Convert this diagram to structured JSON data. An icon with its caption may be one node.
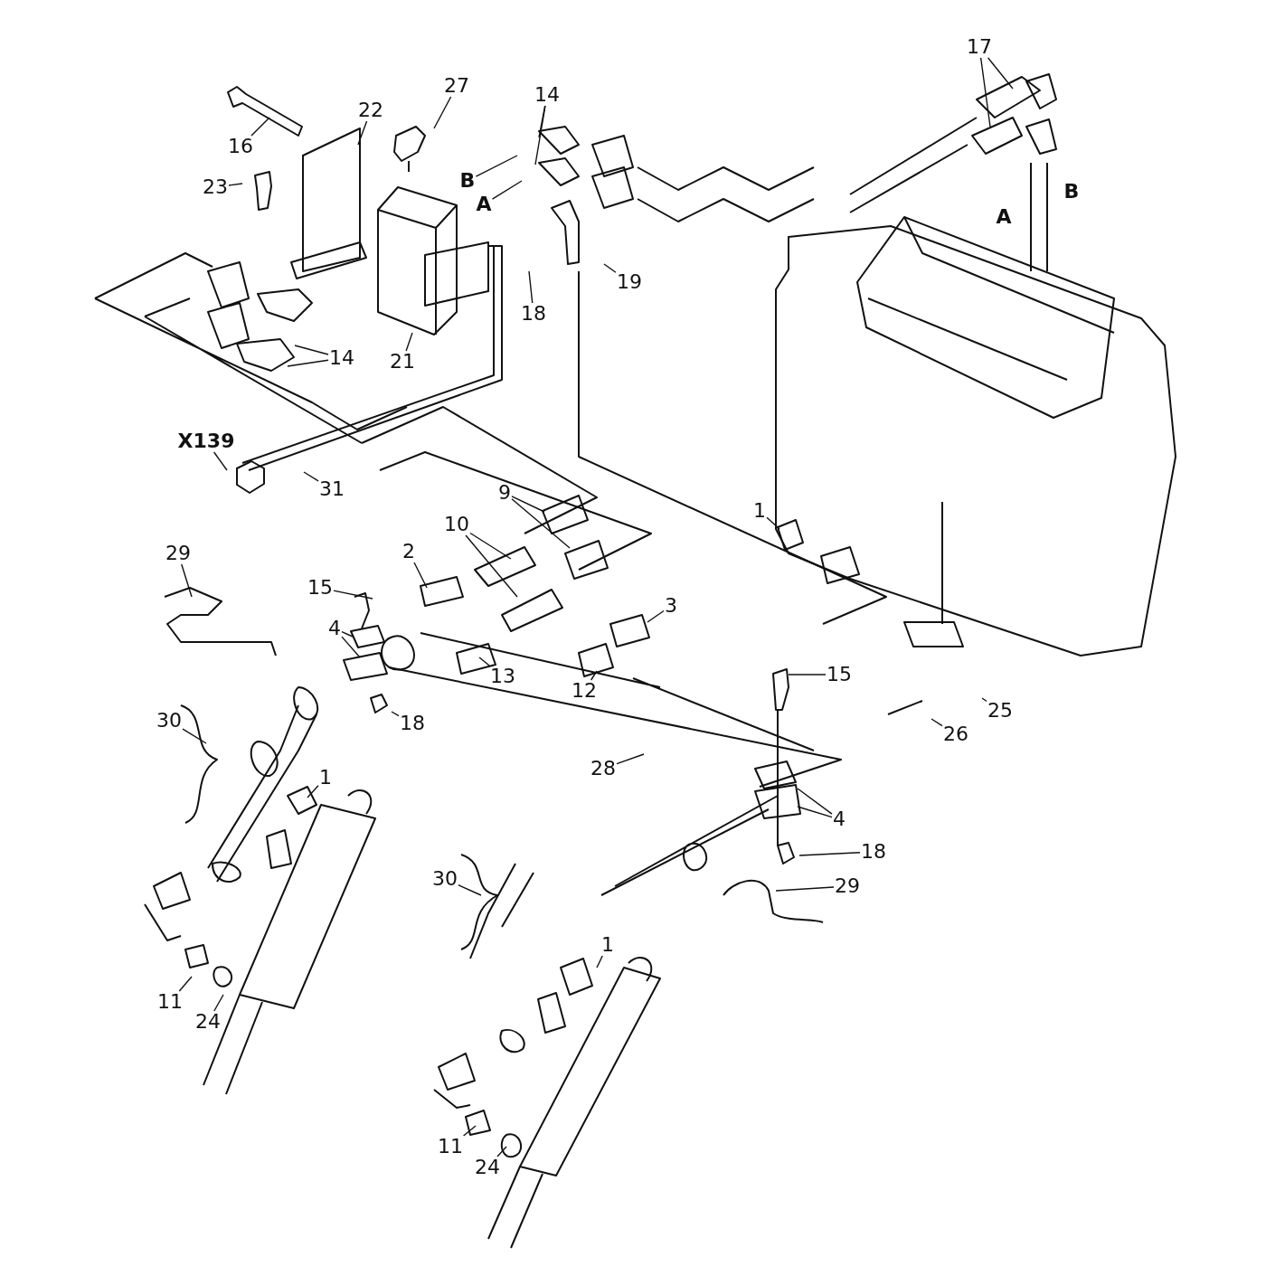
{
  "diagram": {
    "nodes": [
      {
        "text": [
          "17"
        ]
      },
      {
        "text": [
          "27"
        ]
      },
      {
        "text": [
          "14"
        ]
      },
      {
        "text": [
          "22"
        ]
      },
      {
        "text": [
          "16"
        ]
      },
      {
        "text": [
          "B"
        ]
      },
      {
        "text": [
          "23"
        ]
      },
      {
        "text": [
          "A"
        ]
      },
      {
        "text": [
          "18"
        ]
      },
      {
        "text": [
          "19"
        ]
      },
      {
        "text": [
          "14"
        ]
      },
      {
        "text": [
          "21"
        ]
      },
      {
        "text": [
          "X139"
        ]
      },
      {
        "text": [
          "31"
        ]
      },
      {
        "text": [
          "1"
        ]
      },
      {
        "text": [
          "9"
        ]
      },
      {
        "text": [
          "10"
        ]
      },
      {
        "text": [
          "29"
        ]
      },
      {
        "text": [
          "2"
        ]
      },
      {
        "text": [
          "15"
        ]
      },
      {
        "text": [
          "3"
        ]
      },
      {
        "text": [
          "4"
        ]
      },
      {
        "text": [
          "13"
        ]
      },
      {
        "text": [
          "12"
        ]
      },
      {
        "text": [
          "15"
        ]
      },
      {
        "text": [
          "18"
        ]
      },
      {
        "text": [
          "30"
        ]
      },
      {
        "text": [
          "28"
        ]
      },
      {
        "text": [
          "26"
        ]
      },
      {
        "text": [
          "25"
        ]
      },
      {
        "text": [
          "1"
        ]
      },
      {
        "text": [
          "4"
        ]
      },
      {
        "text": [
          "18"
        ]
      },
      {
        "text": [
          "30"
        ]
      },
      {
        "text": [
          "29"
        ]
      },
      {
        "text": [
          "1"
        ]
      },
      {
        "text": [
          "11"
        ]
      },
      {
        "text": [
          "24"
        ]
      },
      {
        "text": [
          "11"
        ]
      },
      {
        "text": [
          "24"
        ]
      }
    ],
    "edges": [
      {
        "from": 0,
        "to": null,
        "arrow": "none"
      },
      {
        "from": 0,
        "to": null,
        "arrow": "none"
      },
      {
        "from": 1,
        "to": null,
        "arrow": "none"
      },
      {
        "from": 2,
        "to": null,
        "arrow": "none"
      },
      {
        "from": 2,
        "to": null,
        "arrow": "none"
      },
      {
        "from": 3,
        "to": null,
        "arrow": "none"
      },
      {
        "from": 4,
        "to": null,
        "arrow": "none"
      },
      {
        "from": 5,
        "to": null,
        "arrow": "none"
      },
      {
        "from": 6,
        "to": null,
        "arrow": "none"
      },
      {
        "from": 7,
        "to": null,
        "arrow": "none"
      },
      {
        "from": 8,
        "to": null,
        "arrow": "none"
      },
      {
        "from": 9,
        "to": null,
        "arrow": "none"
      },
      {
        "from": 10,
        "to": null,
        "arrow": "none"
      },
      {
        "from": 10,
        "to": null,
        "arrow": "none"
      },
      {
        "from": 11,
        "to": null,
        "arrow": "none"
      },
      {
        "from": 12,
        "to": null,
        "arrow": "none"
      },
      {
        "from": 13,
        "to": null,
        "arrow": "none"
      },
      {
        "from": 14,
        "to": null,
        "arrow": "none"
      },
      {
        "from": 15,
        "to": null,
        "arrow": "none"
      },
      {
        "from": 15,
        "to": null,
        "arrow": "none"
      },
      {
        "from": 16,
        "to": null,
        "arrow": "none"
      },
      {
        "from": 16,
        "to": null,
        "arrow": "none"
      },
      {
        "from": 17,
        "to": null,
        "arrow": "none"
      },
      {
        "from": 18,
        "to": null,
        "arrow": "none"
      },
      {
        "from": 19,
        "to": null,
        "arrow": "none"
      },
      {
        "from": 20,
        "to": null,
        "arrow": "none"
      },
      {
        "from": 21,
        "to": null,
        "arrow": "none"
      },
      {
        "from": 21,
        "to": null,
        "arrow": "none"
      },
      {
        "from": 22,
        "to": null,
        "arrow": "none"
      },
      {
        "from": 23,
        "to": null,
        "arrow": "none"
      },
      {
        "from": 24,
        "to": null,
        "arrow": "none"
      },
      {
        "from": 25,
        "to": null,
        "arrow": "none"
      },
      {
        "from": 26,
        "to": null,
        "arrow": "none"
      },
      {
        "from": 27,
        "to": null,
        "arrow": "none"
      },
      {
        "from": 28,
        "to": null,
        "arrow": "none"
      },
      {
        "from": 29,
        "to": null,
        "arrow": "none"
      },
      {
        "from": 30,
        "to": null,
        "arrow": "none"
      },
      {
        "from": 31,
        "to": null,
        "arrow": "none"
      },
      {
        "from": 31,
        "to": null,
        "arrow": "none"
      },
      {
        "from": 32,
        "to": null,
        "arrow": "none"
      },
      {
        "from": 33,
        "to": null,
        "arrow": "none"
      },
      {
        "from": 34,
        "to": null,
        "arrow": "none"
      },
      {
        "from": 35,
        "to": null,
        "arrow": "none"
      },
      {
        "from": 36,
        "to": null,
        "arrow": "none"
      },
      {
        "from": 37,
        "to": null,
        "arrow": "none"
      },
      {
        "from": 38,
        "to": null,
        "arrow": "none"
      },
      {
        "from": 39,
        "to": null,
        "arrow": "none"
      }
    ],
    "labels": [
      "B",
      "A"
    ]
  }
}
